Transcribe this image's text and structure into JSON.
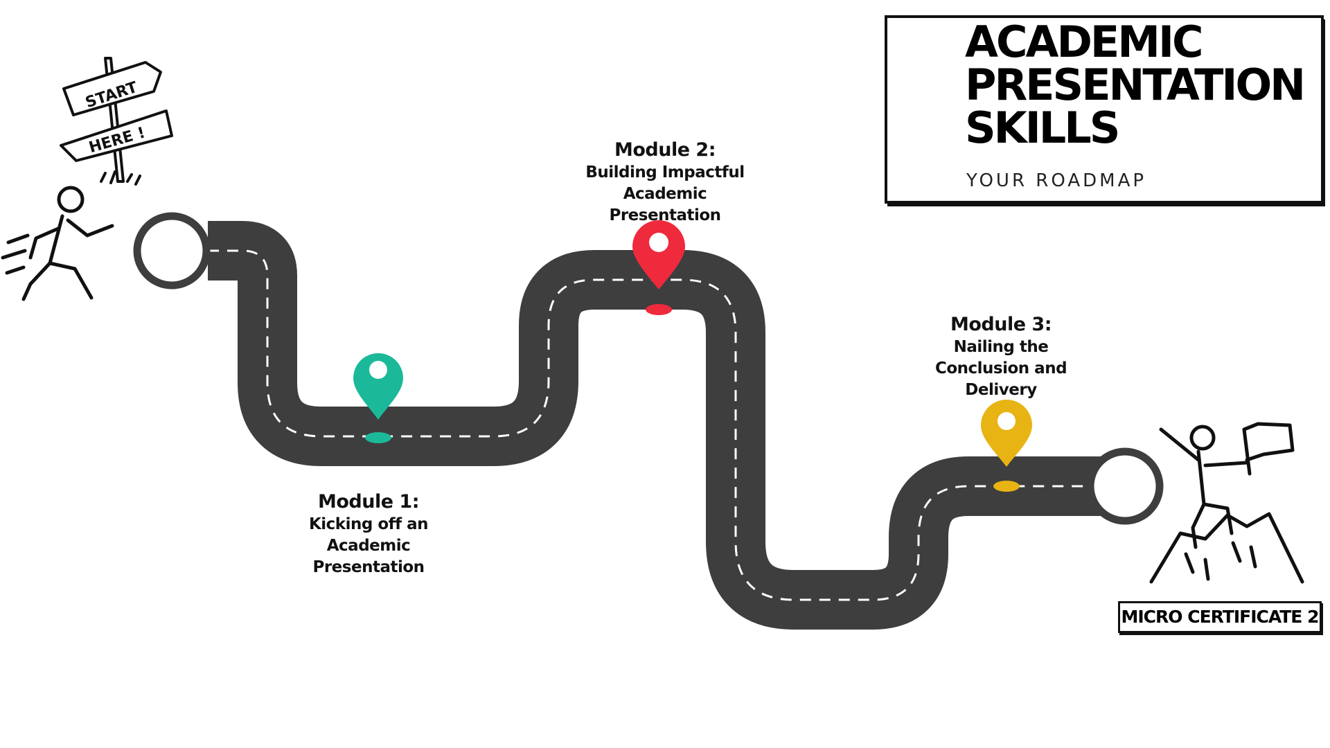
{
  "title": {
    "line1": "ACADEMIC",
    "line2": "PRESENTATION",
    "line3": "SKILLS",
    "subtitle": "YOUR ROADMAP"
  },
  "start_sign": {
    "top": "START",
    "bottom": "HERE !"
  },
  "modules": [
    {
      "title": "Module 1:",
      "line1": "Kicking off an",
      "line2": "Academic Presentation",
      "pin_color": "#1BB99A"
    },
    {
      "title": "Module 2:",
      "line1": "Building Impactful",
      "line2": "Academic Presentation",
      "pin_color": "#EE2A3C"
    },
    {
      "title": "Module 3:",
      "line1": "Nailing the",
      "line2": "Conclusion and Delivery",
      "pin_color": "#E8B413"
    }
  ],
  "certificate": "MICRO CERTIFICATE 2",
  "colors": {
    "road": "#3E3E3E",
    "road_marking": "#FFFFFF",
    "ink": "#111111"
  },
  "icons": {
    "start": "start-here-signpost-icon",
    "runner": "running-person-icon",
    "finish": "summit-flag-person-icon",
    "pin": "map-pin-icon"
  }
}
